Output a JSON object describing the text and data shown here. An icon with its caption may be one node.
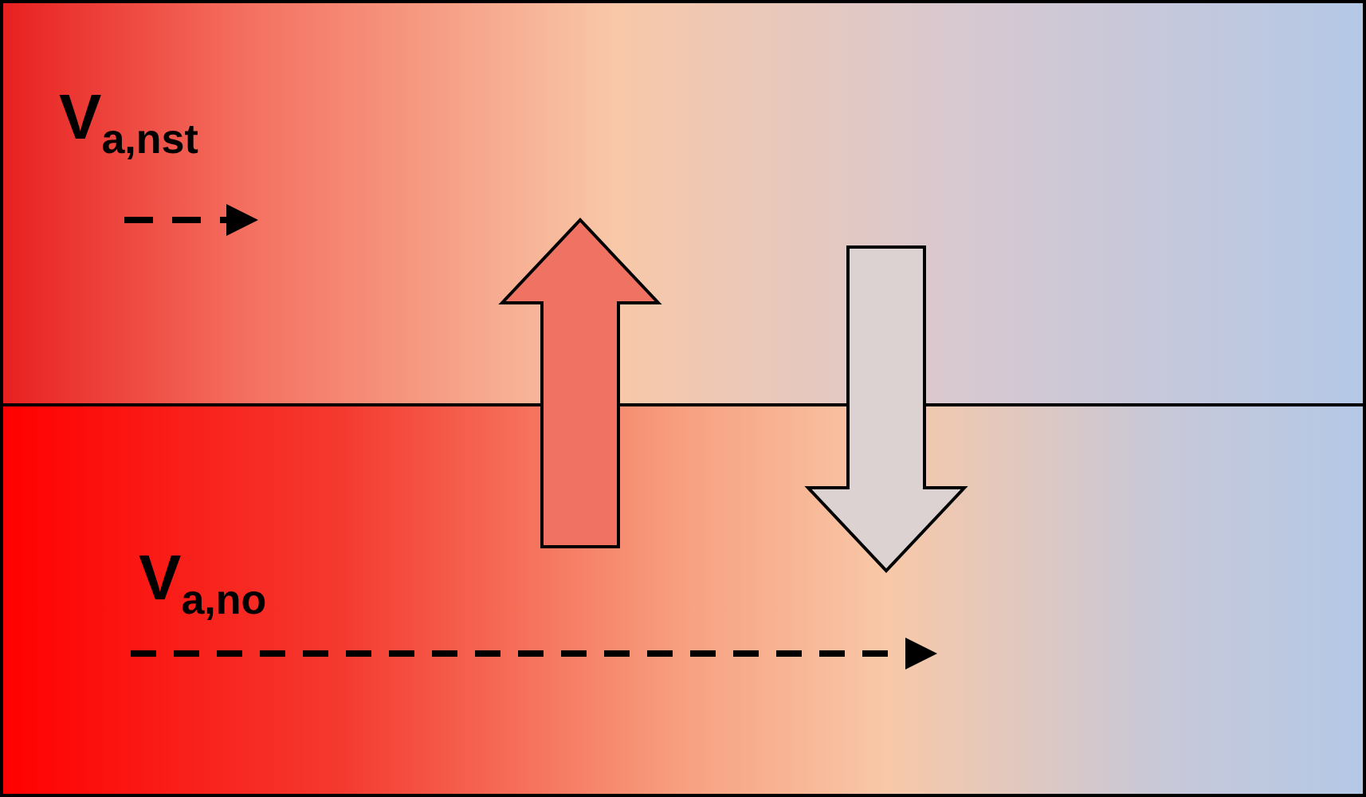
{
  "diagram": {
    "nodes": [
      {
        "text": [
          "V$_{a,nst}$"
        ]
      },
      {
        "text": [
          "V$_{a,no}$"
        ]
      }
    ],
    "edges": [
      {
        "from": 1,
        "to": 0,
        "arrow": "to"
      },
      {
        "from": 0,
        "to": 1,
        "arrow": "to"
      }
    ]
  }
}
